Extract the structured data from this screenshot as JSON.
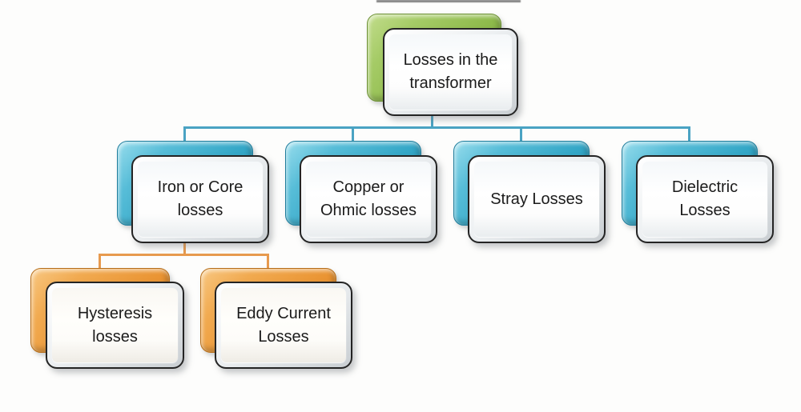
{
  "diagram": {
    "type": "hierarchy",
    "title": "Losses in the transformer",
    "nodes": {
      "root": {
        "label": "Losses in the\ntransformer",
        "level": 1,
        "shadow_color": "#8eba4b"
      },
      "iron": {
        "label": "Iron or Core\nlosses",
        "level": 2,
        "shadow_color": "#34a7c7"
      },
      "copper": {
        "label": "Copper or\nOhmic losses",
        "level": 2,
        "shadow_color": "#34a7c7"
      },
      "stray": {
        "label": "Stray Losses",
        "level": 2,
        "shadow_color": "#34a7c7"
      },
      "dielectric": {
        "label": "Dielectric\nLosses",
        "level": 2,
        "shadow_color": "#34a7c7"
      },
      "hysteresis": {
        "label": "Hysteresis\nlosses",
        "level": 3,
        "shadow_color": "#ea9534"
      },
      "eddy": {
        "label": "Eddy Current\nLosses",
        "level": 3,
        "shadow_color": "#ea9534"
      }
    },
    "edges": [
      {
        "from": "root",
        "to": "iron",
        "color": "#4aa3c3"
      },
      {
        "from": "root",
        "to": "copper",
        "color": "#4aa3c3"
      },
      {
        "from": "root",
        "to": "stray",
        "color": "#4aa3c3"
      },
      {
        "from": "root",
        "to": "dielectric",
        "color": "#4aa3c3"
      },
      {
        "from": "iron",
        "to": "hysteresis",
        "color": "#e79a4e"
      },
      {
        "from": "iron",
        "to": "eddy",
        "color": "#e79a4e"
      }
    ],
    "colors": {
      "card_face": "#ffffff",
      "card_border": "#242424",
      "text": "#1b1b1b",
      "level1_shadow": "#8eba4b",
      "level2_shadow": "#34a7c7",
      "level3_shadow": "#ea9534",
      "connector_top": "#4aa3c3",
      "connector_sub": "#e79a4e",
      "background": "#fdfdfc"
    }
  }
}
